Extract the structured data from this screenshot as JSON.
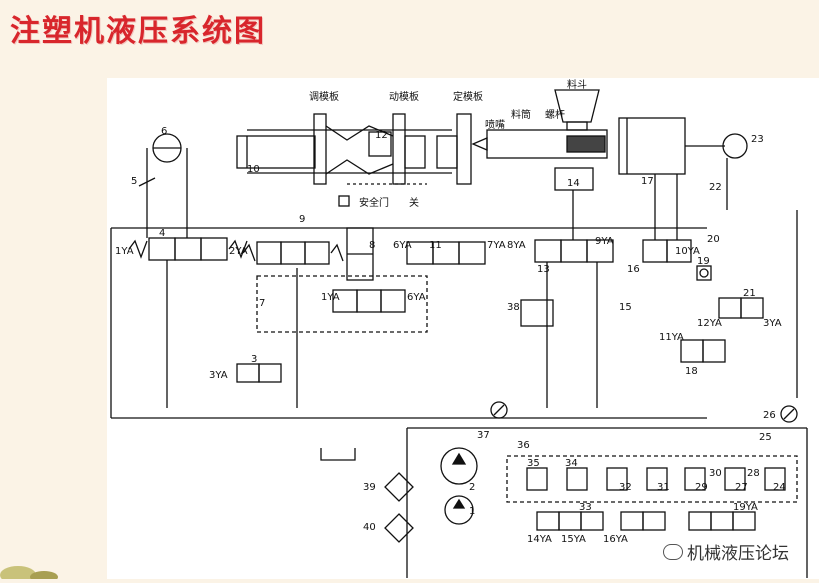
{
  "title": "注塑机液压系统图",
  "watermark": "机械液压论坛",
  "labels": {
    "tiaomoban": "调模板",
    "dongmoban": "动模板",
    "dingmoban": "定模板",
    "liaodou": "料斗",
    "liaotong": "料筒",
    "luogan": "螺杆",
    "penzui": "喷嘴",
    "anquanmen": "安全门",
    "guan": "关"
  },
  "solenoids": {
    "s1YA": "1YA",
    "s2YA": "2YA",
    "s3YA": "3YA",
    "s4YA": "1YA",
    "s5YA": "6YA",
    "s6YA": "6YA",
    "s7YA": "7YA",
    "s8YA": "8YA",
    "s9YA": "9YA",
    "s10YA": "10YA",
    "s11YA": "11YA",
    "s12YA": "12YA",
    "s13YA": "3YA",
    "s14YA": "14YA",
    "s15YA": "15YA",
    "s16YA": "16YA",
    "s19YA": "19YA"
  },
  "components": {
    "n2": "2",
    "n3": "3",
    "n4": "4",
    "n5": "5",
    "n6": "6",
    "n7": "7",
    "n8": "8",
    "n9": "9",
    "n10": "10",
    "n11": "11",
    "n12": "12",
    "n13": "13",
    "n14": "14",
    "n15": "15",
    "n16": "16",
    "n17": "17",
    "n18": "18",
    "n19": "19",
    "n20": "20",
    "n21": "21",
    "n22": "22",
    "n23": "23",
    "n24": "24",
    "n25": "25",
    "n26": "26",
    "n27": "27",
    "n28": "28",
    "n29": "29",
    "n30": "30",
    "n31": "31",
    "n32": "32",
    "n33": "33",
    "n34": "34",
    "n35": "35",
    "n36": "36",
    "n37": "37",
    "n38": "38",
    "n39": "39",
    "n40": "40",
    "n1": "1"
  },
  "colors": {
    "title": "#d8262c",
    "line": "#111111",
    "background": "#fbf3e6"
  }
}
